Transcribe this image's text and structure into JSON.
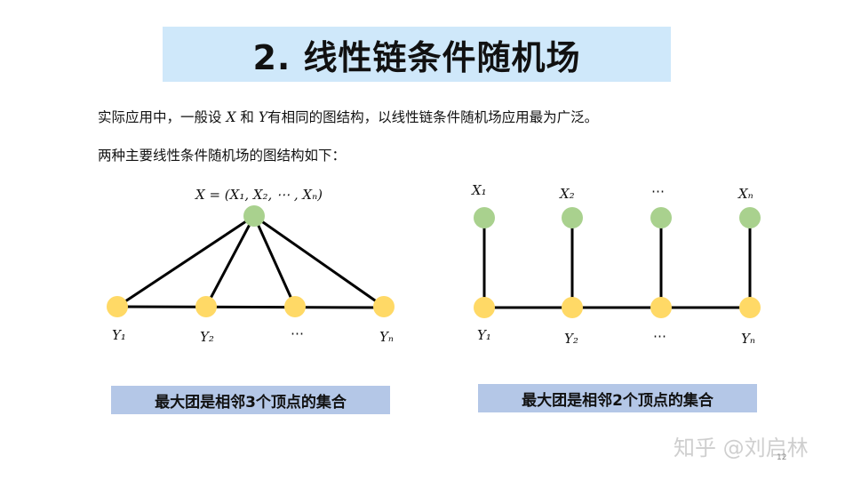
{
  "title": "2. 线性链条件随机场",
  "intro": {
    "part1": "实际应用中，一般设 ",
    "var_x": "X",
    "part2": " 和 ",
    "var_y": "Y",
    "part3": "有相同的图结构，以线性链条件随机场应用最为广泛。"
  },
  "subtitle": "两种主要线性条件随机场的图结构如下：",
  "left_graph": {
    "x_label": "X = (X₁, X₂, ⋯ , Xₙ)",
    "y_labels": [
      "Y₁",
      "Y₂",
      "⋯",
      "Yₙ"
    ],
    "caption": "最大团是相邻3个顶点的集合"
  },
  "right_graph": {
    "x_labels": [
      "X₁",
      "X₂",
      "⋯",
      "Xₙ"
    ],
    "y_labels": [
      "Y₁",
      "Y₂",
      "⋯",
      "Yₙ"
    ],
    "caption": "最大团是相邻2个顶点的集合"
  },
  "colors": {
    "x_node": "#a9d18e",
    "y_node": "#ffd966",
    "edge": "#000000",
    "title_bg": "#cfe8fa",
    "caption_bg": "#b4c7e7"
  },
  "watermark": "知乎 @刘启林",
  "page_number": "12"
}
